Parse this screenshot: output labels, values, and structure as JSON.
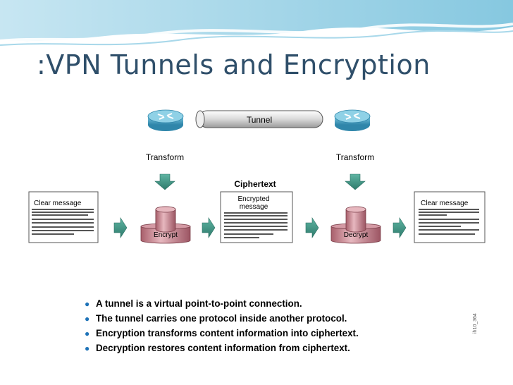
{
  "slide": {
    "title": ":VPN Tunnels and Encryption"
  },
  "diagram": {
    "tunnel_label": "Tunnel",
    "transform_left": "Transform",
    "transform_right": "Transform",
    "ciphertext_label": "Ciphertext",
    "encrypted_message_line1": "Encrypted",
    "encrypted_message_line2": "message",
    "clear_message_left": "Clear message",
    "clear_message_right": "Clear message",
    "encrypt_label": "Encrypt",
    "decrypt_label": "Decrypt",
    "figure_id": "ih10_364"
  },
  "bullets": [
    "A tunnel is a virtual point-to-point connection.",
    "The tunnel carries one protocol inside another protocol.",
    "Encryption transforms content information into ciphertext.",
    "Decryption restores content information from ciphertext."
  ],
  "colors": {
    "title": "#2f4f6a",
    "router": "#4aa6c4",
    "arrow": "#3d8f7f",
    "cylinder": "#c98790",
    "bullet": "#1e73b8"
  }
}
